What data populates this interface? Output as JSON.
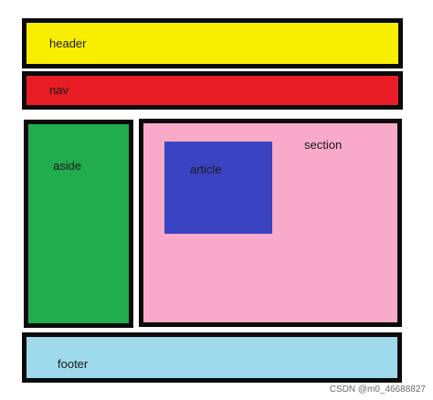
{
  "boxes": {
    "header": "header",
    "nav": "nav",
    "aside": "aside",
    "section": "section",
    "article": "article",
    "footer": "footer"
  },
  "colors": {
    "header": "#f8ee00",
    "nav": "#e81c24",
    "aside": "#21ad4d",
    "section": "#f8aac8",
    "article": "#3a44c2",
    "footer": "#9ed9ec",
    "border": "#0b0b0b"
  },
  "watermark": "CSDN @m0_46688827"
}
